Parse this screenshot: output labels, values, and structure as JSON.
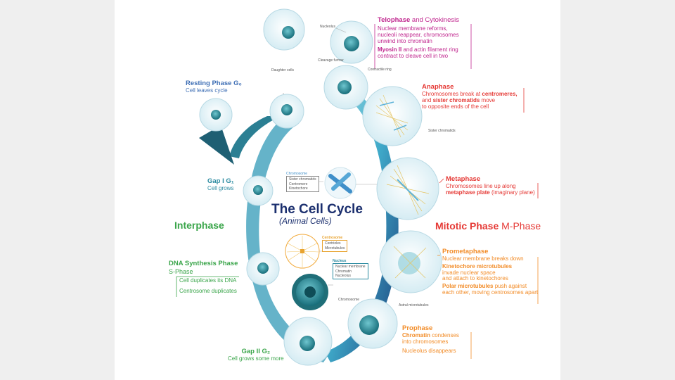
{
  "title": {
    "main": "The Cell Cycle",
    "sub": "(Animal Cells)"
  },
  "sections": {
    "interphase": "Interphase",
    "mitotic_bold": "Mitotic Phase",
    "mitotic_rest": "M-Phase"
  },
  "phases": {
    "telophase": {
      "bold": "Telophase",
      "rest": "and Cytokinesis",
      "desc1": "Nuclear membrane reforms,",
      "desc2": "nucleoli reappear, chromosomes",
      "desc3": "unwind into chromatin",
      "desc4a": "Myosin II",
      "desc4b": "and actin filament ring",
      "desc5": "contract to cleave cell in two"
    },
    "anaphase": {
      "name": "Anaphase",
      "desc1a": "Chromosomes break at",
      "desc1b": "centromeres,",
      "desc2a": "and",
      "desc2b": "sister chromatids",
      "desc2c": "move",
      "desc3": "to opposite ends of the cell"
    },
    "metaphase": {
      "name": "Metaphase",
      "desc1": "Chromosomes line up along",
      "desc2a": "metaphase plate",
      "desc2b": "(imaginary plane)"
    },
    "prometaphase": {
      "name": "Prometaphase",
      "desc1": "Nuclear membrane breaks down",
      "desc2a": "Kinetochore microtubules",
      "desc2b": "invade nuclear space",
      "desc2c": "and attach to kinetochores",
      "desc3a": "Polar microtubules",
      "desc3b": "push against",
      "desc3c": "each other, moving centrosomes apart"
    },
    "prophase": {
      "name": "Prophase",
      "desc1a": "Chromatin",
      "desc1b": "condenses",
      "desc1c": "into chromosomes",
      "desc2": "Nucleolus disappears"
    },
    "resting": {
      "name": "Resting Phase G₀",
      "desc": "Cell leaves cycle"
    },
    "g1": {
      "name": "Gap I G₁",
      "desc": "Cell grows"
    },
    "s": {
      "name1": "DNA Synthesis Phase",
      "name2": "S-Phase",
      "desc1": "Cell duplicates its DNA",
      "desc2": "Centrosome duplicates"
    },
    "g2": {
      "name": "Gap II G₂",
      "desc": "Cell grows some more"
    }
  },
  "callouts": {
    "nucleolus_top": "Nucleolus",
    "daughter_cells": "Daughter cells",
    "cleavage_furrow": "Cleavage furrow",
    "contractile_ring": "Contractile ring",
    "sister_chromatids": "Sister chromatids",
    "astral_microtubules": "Astral microtubules",
    "chromosome": "Chromosome",
    "chromosome_box": {
      "title": "Chromosome",
      "l1": "Sister chromatids",
      "l2": "Centromere",
      "l3": "Kinetochore"
    },
    "centrosome_box": {
      "title": "Centrosome",
      "l1": "Centrioles",
      "l2": "Microtubules"
    },
    "nucleus_box": {
      "title": "Nucleus",
      "l1": "Nuclear membrane",
      "l2": "Chromatin",
      "l3": "Nucleolus"
    }
  },
  "colors": {
    "magenta": "#c0268e",
    "red": "#e53935",
    "orange": "#f28c28",
    "green": "#3aa54a",
    "blue": "#3f6fb5",
    "teal": "#2a8aa0",
    "navy": "#1b2f6e",
    "cell_fill": "#e7f3f8",
    "nucleus": "#1f7f8c"
  }
}
